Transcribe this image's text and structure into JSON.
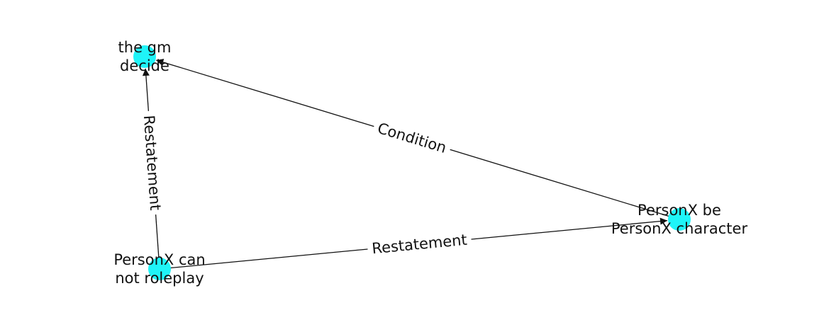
{
  "graph": {
    "node_color": "#1ff4f8",
    "edge_color": "#111111",
    "nodes": [
      {
        "id": "gm",
        "lines": [
          "the gm",
          "decide"
        ]
      },
      {
        "id": "char",
        "lines": [
          "PersonX be",
          "PersonX character"
        ]
      },
      {
        "id": "role",
        "lines": [
          "PersonX can",
          "not roleplay"
        ]
      }
    ],
    "edges": [
      {
        "from": "char",
        "to": "gm",
        "label": "Condition"
      },
      {
        "from": "role",
        "to": "gm",
        "label": "Restatement"
      },
      {
        "from": "role",
        "to": "char",
        "label": "Restatement"
      }
    ]
  }
}
